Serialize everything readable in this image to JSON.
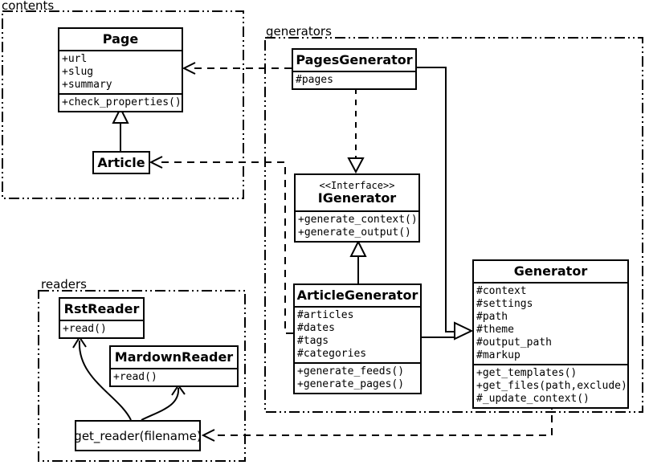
{
  "diagram_type": "uml-class-diagram",
  "packages": {
    "contents": {
      "label": "contents"
    },
    "generators": {
      "label": "generators"
    },
    "readers": {
      "label": "readers"
    }
  },
  "classes": {
    "page": {
      "title": "Page",
      "attributes": [
        "+url",
        "+slug",
        "+summary"
      ],
      "methods": [
        "+check_properties()"
      ]
    },
    "article": {
      "title": "Article"
    },
    "pages_generator": {
      "title": "PagesGenerator",
      "attributes": [
        "#pages"
      ]
    },
    "igenerator": {
      "stereotype": "<<Interface>>",
      "title": "IGenerator",
      "methods": [
        "+generate_context()",
        "+generate_output()"
      ]
    },
    "article_generator": {
      "title": "ArticleGenerator",
      "attributes": [
        "#articles",
        "#dates",
        "#tags",
        "#categories"
      ],
      "methods": [
        "+generate_feeds()",
        "+generate_pages()"
      ]
    },
    "generator": {
      "title": "Generator",
      "attributes": [
        "#context",
        "#settings",
        "#path",
        "#theme",
        "#output_path",
        "#markup"
      ],
      "methods": [
        "+get_templates()",
        "+get_files(path,exclude)",
        "#_update_context()"
      ]
    },
    "rst_reader": {
      "title": "RstReader",
      "methods": [
        "+read()"
      ]
    },
    "mardown_reader": {
      "title": "MardownReader",
      "methods": [
        "+read()"
      ]
    },
    "get_reader": {
      "label": "get_reader(filename)"
    }
  },
  "relations": {
    "article_extends_page": "generalization",
    "pagesgenerator_realizes_igenerator": "realization-dashed",
    "articlegenerator_realizes_igenerator": "generalization",
    "generators_extend_generator": "generalization",
    "pagesgenerator_uses_page": "dependency-dashed",
    "articlegenerator_uses_article": "dependency-dashed",
    "generator_uses_get_reader": "dependency-dashed",
    "get_reader_to_rstreader": "arrow-curved",
    "get_reader_to_mardownreader": "arrow-curved"
  },
  "colors": {
    "line": "#000000",
    "background": "#ffffff",
    "box_fill": "#ffffff"
  }
}
